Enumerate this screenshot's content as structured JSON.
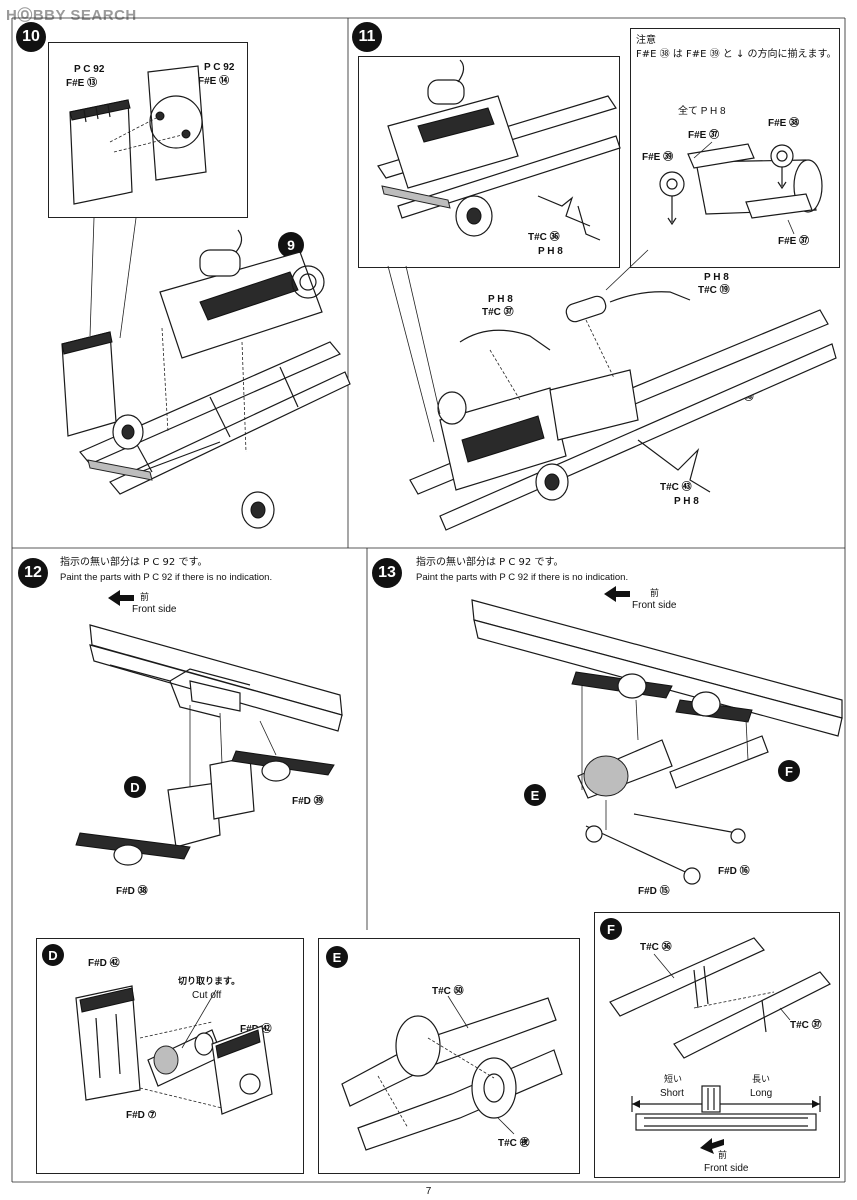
{
  "watermark": "HⓄBBY SEARCH",
  "page_number": "7",
  "steps": {
    "s10": {
      "number": "10",
      "sub_number": "9",
      "labels": {
        "pc92_a": "P C 92",
        "fe13": "F#E ⑬",
        "pc92_b": "P C 92",
        "fe14": "F#E ⑭"
      }
    },
    "s11": {
      "number": "11",
      "note_title": "注意",
      "note_text": "F#E ㊳ は F#E ㊴ と ↓ の方向に揃えます。",
      "labels": {
        "all_ph8": "全て P H 8",
        "fe32_top": "F#E ㊲",
        "fe33": "F#E ㊳",
        "fe34": "F#E ㊴",
        "fe32_bot": "F#E ㊲",
        "tc44": "T#C ㊱",
        "ph8_a": "P H 8",
        "ph8_b": "P H 8",
        "tc19": "T#C ⑲",
        "ph8_c": "P H 8",
        "tc37": "T#C ㊲",
        "tc18": "T#C ⑱",
        "tc43": "T#C ㊸",
        "ph8_d": "P H 8"
      }
    },
    "s12": {
      "number": "12",
      "note_jp": "指示の無い部分は P C 92 です。",
      "note_en": "Paint the parts with P C 92 if there is no indication.",
      "front_jp": "前",
      "front_en": "Front side",
      "sub_d": "D",
      "labels": {
        "fd39": "F#D ㊴",
        "fd38": "F#D ㊳"
      }
    },
    "s13": {
      "number": "13",
      "note_jp": "指示の無い部分は P C 92 です。",
      "note_en": "Paint the parts with P C 92 if there is no indication.",
      "front_jp": "前",
      "front_en": "Front side",
      "sub_e": "E",
      "sub_f": "F",
      "labels": {
        "fd16": "F#D ⑯",
        "fd15": "F#D ⑮"
      }
    },
    "detail_d": {
      "letter": "D",
      "fd42_a": "F#D ㊷",
      "cut_jp": "切り取ります。",
      "cut_en": "Cut off",
      "fd42_b": "F#D ㊷",
      "fd7": "F#D ⑦"
    },
    "detail_e": {
      "letter": "E",
      "tc54": "T#C ㊿",
      "tc55": "T#C ㊰"
    },
    "detail_f": {
      "letter": "F",
      "tc56": "T#C ㊱",
      "tc57": "T#C ㊲",
      "short_jp": "短い",
      "short_en": "Short",
      "long_jp": "長い",
      "long_en": "Long",
      "front_jp": "前",
      "front_en": "Front side"
    }
  }
}
